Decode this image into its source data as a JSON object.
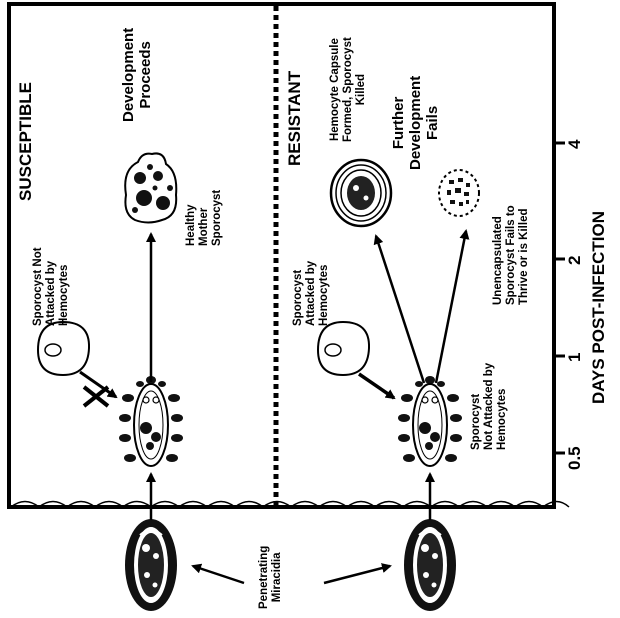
{
  "panels": {
    "susceptible": {
      "title": "SUSCEPTIBLE",
      "not_attacked": [
        "Sporocyst Not",
        "Attacked by",
        "Hemocytes"
      ],
      "outcome": [
        "Development",
        "Proceeds"
      ],
      "result": [
        "Healthy",
        "Mother",
        "Sporocyst"
      ]
    },
    "resistant": {
      "title": "RESISTANT",
      "attacked": [
        "Sporocyst",
        "Attacked by",
        "Hemocytes"
      ],
      "not_attacked": [
        "Sporocyst",
        "Not Attacked by",
        "Hemocytes"
      ],
      "capsule": [
        "Hemocyte Capsule",
        "Formed, Sporocyst",
        "Killed"
      ],
      "outcome": [
        "Further",
        "Development",
        "Fails"
      ],
      "unencapsulated": [
        "Unencapsulated",
        "Sporocyst Fails to",
        "Thrive or is Killed"
      ]
    }
  },
  "miracidia_label": [
    "Penetrating",
    "Miracidia"
  ],
  "axis": {
    "title": "DAYS POST-INFECTION",
    "ticks": [
      "0.5",
      "1",
      "2",
      "4"
    ]
  }
}
